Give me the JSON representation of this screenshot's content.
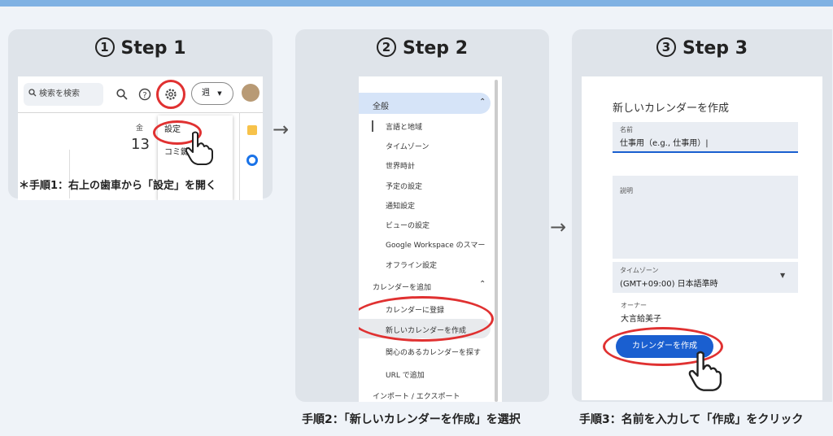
{
  "step1": {
    "heading_num": "1",
    "heading": "Step 1",
    "search_placeholder": "検索を検索",
    "view_label": "週",
    "day_label": "金",
    "date_number": "13",
    "menu_item_settings": "設定",
    "menu_item_other": "コミ鍵",
    "caption": "＊手順1：右上の歯車から「設定」を開く",
    "icons": [
      "search-icon",
      "help-icon",
      "gear-icon",
      "chevron-down-icon",
      "avatar",
      "pointing-hand-icon"
    ]
  },
  "step2": {
    "heading_num": "2",
    "heading": "Step 2",
    "section_general": "全般",
    "general_items": [
      "言語と地域",
      "タイムゾーン",
      "世界時計",
      "予定の設定",
      "通知設定",
      "ビューの設定",
      "Google Workspace のスマー",
      "オフライン設定"
    ],
    "section_add": "カレンダーを追加",
    "add_items": [
      "カレンダーに登録",
      "新しいカレンダーを作成",
      "関心のあるカレンダーを探す",
      "URL で追加"
    ],
    "section_import": "インポート / エクスポート",
    "caption": "手順2：「新しいカレンダーを作成」を選択"
  },
  "step3": {
    "heading_num": "3",
    "heading": "Step 3",
    "form_title": "新しいカレンダーを作成",
    "name_label": "名前",
    "name_value": "仕事用（e.g., 仕事用）|",
    "description_label": "説明",
    "timezone_label": "タイムゾーン",
    "timezone_value": "(GMT+09:00) 日本語準時",
    "owner_label": "オーナー",
    "owner_value": "大言給美子",
    "create_button": "カレンダーを作成",
    "caption": "手順3：名前を入力して「作成」をクリック"
  },
  "arrows": [
    "→",
    "→"
  ],
  "colors": {
    "highlight_ring": "#e03131",
    "primary_button": "#1a5fd0",
    "panel_bg": "#dfe4ea",
    "top_bar": "#7fb1e3"
  }
}
